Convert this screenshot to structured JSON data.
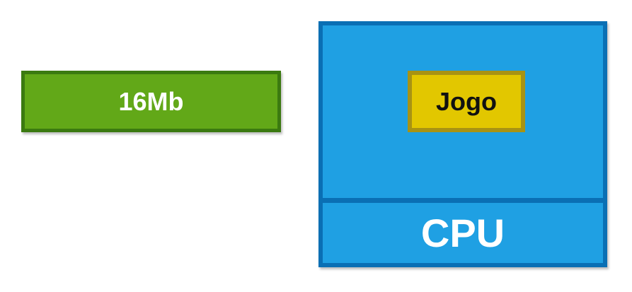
{
  "memory": {
    "label": "16Mb",
    "color": "#62a818",
    "border_color": "#3b7a10"
  },
  "computer": {
    "frame_color": "#0a6fb4",
    "panel_color": "#1fa0e3",
    "game": {
      "label": "Jogo",
      "color": "#e2c700",
      "border_color": "#a89313"
    },
    "cpu": {
      "label": "CPU"
    }
  }
}
